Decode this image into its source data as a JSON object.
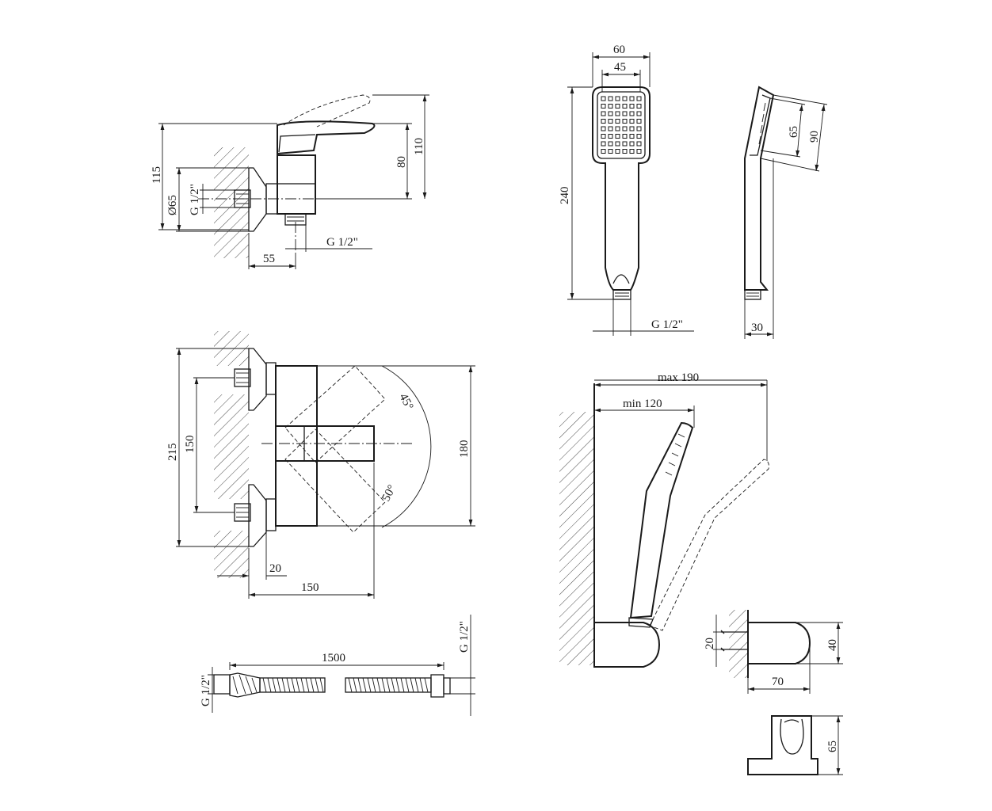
{
  "labels": {
    "mixer_side_115": "115",
    "mixer_side_d65": "Ø65",
    "mixer_side_g12": "G 1/2\"",
    "mixer_side_80": "80",
    "mixer_side_110": "110",
    "mixer_side_55": "55",
    "mixer_side_outlet_g12": "G 1/2\"",
    "mixer_front_215": "215",
    "mixer_front_150v": "150",
    "mixer_front_180": "180",
    "mixer_front_45deg": "45°",
    "mixer_front_50deg": "50°",
    "mixer_front_20": "20",
    "mixer_front_150h": "150",
    "hose_1500": "1500",
    "hose_left_g12": "G 1/2\"",
    "hose_right_g12": "G 1/2\"",
    "head_60": "60",
    "head_45": "45",
    "head_240": "240",
    "head_g12": "G 1/2\"",
    "head_side_65": "65",
    "head_side_90": "90",
    "head_side_30": "30",
    "holder_max190": "max 190",
    "holder_min120": "min 120",
    "bracket_20": "20",
    "bracket_40": "40",
    "bracket_70": "70",
    "bracket_65": "65"
  }
}
